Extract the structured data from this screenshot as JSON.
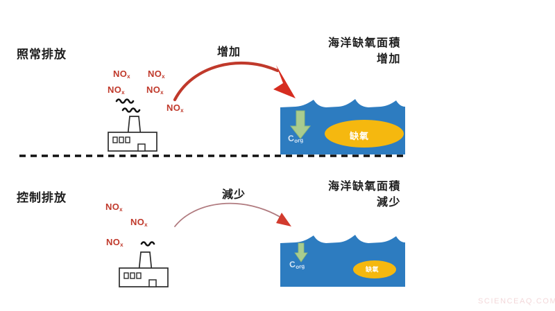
{
  "meta": {
    "diagram_title": "NOx emission scenarios and ocean hypoxic area",
    "background_color": "#ffffff"
  },
  "colors": {
    "nox_red": "#c0392b",
    "arrow_strong_red": "#c0392b",
    "arrow_weak_rose": "#b07a7f",
    "ocean_blue": "#2d7cc0",
    "hypoxia_yellow": "#f5b80f",
    "corg_arrow_green": "#a9cc8f",
    "text_dark": "#1c1c1c",
    "watermark_pink": "#f3d8da",
    "divider_black": "#111111"
  },
  "panels": [
    {
      "id": "business-as-usual",
      "scenario_label": "照常排放",
      "arrow": {
        "caption": "增加",
        "style": "thick-red",
        "direction": "down-right"
      },
      "nox_labels": [
        {
          "text": "NO",
          "sub": "x"
        },
        {
          "text": "NO",
          "sub": "x"
        },
        {
          "text": "NO",
          "sub": "x"
        },
        {
          "text": "NO",
          "sub": "x"
        },
        {
          "text": "NO",
          "sub": "x"
        }
      ],
      "factory": {
        "icon": "factory-icon",
        "window_count": 3,
        "smoke_squiggle_count": 2
      },
      "ocean": {
        "heading_line1": "海洋缺氧面積",
        "heading_line2": "增加",
        "carbon_flux_label": "C",
        "carbon_flux_sub": "org",
        "hypoxia_label": "缺氧",
        "hypoxia_size": "large",
        "wave_count": 3
      }
    },
    {
      "id": "controlled-emission",
      "scenario_label": "控制排放",
      "arrow": {
        "caption": "減少",
        "style": "thin-rose",
        "direction": "down-right"
      },
      "nox_labels": [
        {
          "text": "NO",
          "sub": "x"
        },
        {
          "text": "NO",
          "sub": "x"
        },
        {
          "text": "NO",
          "sub": "x"
        }
      ],
      "factory": {
        "icon": "factory-icon",
        "window_count": 3,
        "smoke_squiggle_count": 1
      },
      "ocean": {
        "heading_line1": "海洋缺氧面積",
        "heading_line2": "減少",
        "carbon_flux_label": "C",
        "carbon_flux_sub": "org",
        "hypoxia_label": "缺氧",
        "hypoxia_size": "small",
        "wave_count": 3
      }
    }
  ],
  "divider": {
    "style": "dashed",
    "name": "panel-divider"
  },
  "watermark": {
    "text": "SCIENCEAQ.COM"
  }
}
